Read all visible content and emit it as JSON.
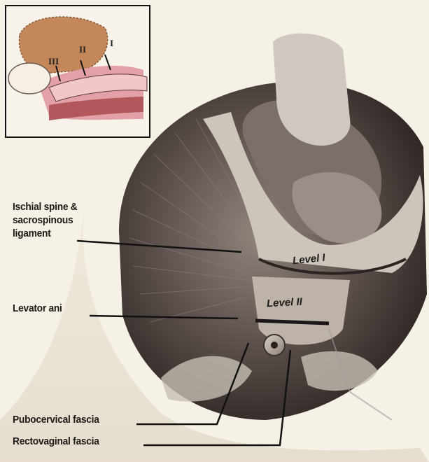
{
  "figure": {
    "inset": {
      "regions": [
        "III",
        "II",
        "I"
      ]
    },
    "levels": [
      "Level I",
      "Level II"
    ],
    "labels": {
      "ischial_spine_line1": "Ischial spine &",
      "ischial_spine_line2": "sacrospinous",
      "ischial_spine_line3": "ligament",
      "levator_ani": "Levator ani",
      "pubocervical": "Pubocervical fascia",
      "rectovaginal": "Rectovaginal fascia"
    },
    "colors": {
      "background": "#f6f1e6",
      "tissue": "#b9b1a7",
      "muscle_dark": "#4a3f3b",
      "inset_uterus": "#c4875a",
      "inset_pink": "#e3a0a6",
      "leader": "#111111"
    }
  }
}
